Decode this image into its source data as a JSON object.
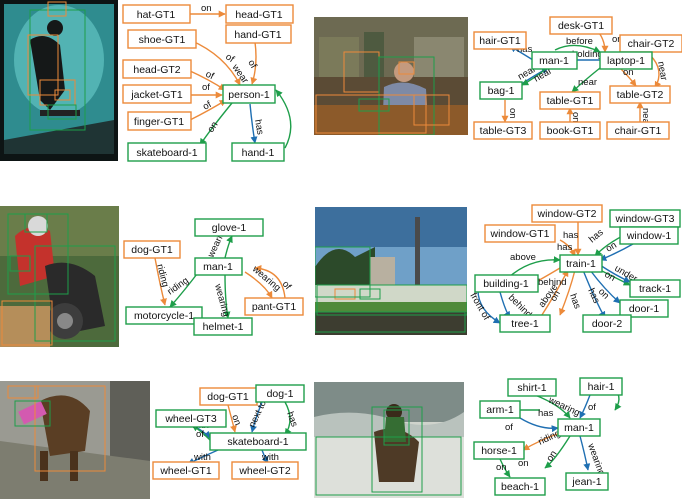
{
  "colors": {
    "gt": "#ec8a3a",
    "pred": "#1e9e4a",
    "blue_edge": "#1f6fb2"
  },
  "panels": [
    {
      "nodes": [
        {
          "id": "hat-GT1",
          "label": "hat-GT1",
          "kind": "gt"
        },
        {
          "id": "head-GT1",
          "label": "head-GT1",
          "kind": "gt"
        },
        {
          "id": "shoe-GT1",
          "label": "shoe-GT1",
          "kind": "gt"
        },
        {
          "id": "hand-GT1",
          "label": "hand-GT1",
          "kind": "gt"
        },
        {
          "id": "head-GT2",
          "label": "head-GT2",
          "kind": "gt"
        },
        {
          "id": "jacket-GT1",
          "label": "jacket-GT1",
          "kind": "gt"
        },
        {
          "id": "person-1",
          "label": "person-1",
          "kind": "pred"
        },
        {
          "id": "finger-GT1",
          "label": "finger-GT1",
          "kind": "gt"
        },
        {
          "id": "skateboard-1",
          "label": "skateboard-1",
          "kind": "pred"
        },
        {
          "id": "hand-1",
          "label": "hand-1",
          "kind": "pred"
        }
      ],
      "edge_labels": [
        "on",
        "of",
        "wear",
        "of",
        "of",
        "of",
        "of",
        "on",
        "has"
      ]
    },
    {
      "nodes": [
        {
          "id": "desk-GT1",
          "label": "desk-GT1",
          "kind": "gt"
        },
        {
          "id": "hair-GT1",
          "label": "hair-GT1",
          "kind": "gt"
        },
        {
          "id": "chair-GT2",
          "label": "chair-GT2",
          "kind": "gt"
        },
        {
          "id": "man-1",
          "label": "man-1",
          "kind": "pred"
        },
        {
          "id": "laptop-1",
          "label": "laptop-1",
          "kind": "pred"
        },
        {
          "id": "bag-1",
          "label": "bag-1",
          "kind": "pred"
        },
        {
          "id": "table-GT1",
          "label": "table-GT1",
          "kind": "gt"
        },
        {
          "id": "table-GT2",
          "label": "table-GT2",
          "kind": "gt"
        },
        {
          "id": "table-GT3",
          "label": "table-GT3",
          "kind": "gt"
        },
        {
          "id": "book-GT1",
          "label": "book-GT1",
          "kind": "gt"
        },
        {
          "id": "chair-GT1",
          "label": "chair-GT1",
          "kind": "gt"
        }
      ],
      "edge_labels": [
        "has",
        "before",
        "holding",
        "on",
        "near",
        "near",
        "near",
        "on",
        "on",
        "on",
        "near",
        "near",
        "near"
      ]
    },
    {
      "nodes": [
        {
          "id": "glove-1",
          "label": "glove-1",
          "kind": "pred"
        },
        {
          "id": "dog-GT1",
          "label": "dog-GT1",
          "kind": "gt"
        },
        {
          "id": "man-1b",
          "label": "man-1",
          "kind": "pred"
        },
        {
          "id": "pant-GT1",
          "label": "pant-GT1",
          "kind": "gt"
        },
        {
          "id": "motorcycle-1",
          "label": "motorcycle-1",
          "kind": "pred"
        },
        {
          "id": "helmet-1",
          "label": "helmet-1",
          "kind": "pred"
        }
      ],
      "edge_labels": [
        "wearing",
        "riding",
        "riding",
        "wearing",
        "wearing",
        "of"
      ]
    },
    {
      "nodes": [
        {
          "id": "window-GT2",
          "label": "window-GT2",
          "kind": "gt"
        },
        {
          "id": "window-GT3",
          "label": "window-GT3",
          "kind": "pred"
        },
        {
          "id": "window-GT1",
          "label": "window-GT1",
          "kind": "gt"
        },
        {
          "id": "window-1",
          "label": "window-1",
          "kind": "pred"
        },
        {
          "id": "train-1",
          "label": "train-1",
          "kind": "pred"
        },
        {
          "id": "building-1",
          "label": "building-1",
          "kind": "pred"
        },
        {
          "id": "track-1",
          "label": "track-1",
          "kind": "pred"
        },
        {
          "id": "door-1",
          "label": "door-1",
          "kind": "pred"
        },
        {
          "id": "tree-1",
          "label": "tree-1",
          "kind": "pred"
        },
        {
          "id": "door-2",
          "label": "door-2",
          "kind": "pred"
        }
      ],
      "edge_labels": [
        "has",
        "has",
        "has",
        "on",
        "above",
        "on",
        "under",
        "on",
        "behind",
        "behind",
        "above",
        "has",
        "has",
        "front of",
        "on"
      ]
    },
    {
      "nodes": [
        {
          "id": "dog-GT1b",
          "label": "dog-GT1",
          "kind": "gt"
        },
        {
          "id": "dog-1",
          "label": "dog-1",
          "kind": "pred"
        },
        {
          "id": "wheel-GT3",
          "label": "wheel-GT3",
          "kind": "pred"
        },
        {
          "id": "skateboard-1b",
          "label": "skateboard-1",
          "kind": "pred"
        },
        {
          "id": "wheel-GT1",
          "label": "wheel-GT1",
          "kind": "gt"
        },
        {
          "id": "wheel-GT2",
          "label": "wheel-GT2",
          "kind": "gt"
        }
      ],
      "edge_labels": [
        "on",
        "next to",
        "has",
        "with",
        "of",
        "with",
        "with"
      ]
    },
    {
      "nodes": [
        {
          "id": "shirt-1",
          "label": "shirt-1",
          "kind": "pred"
        },
        {
          "id": "hair-1",
          "label": "hair-1",
          "kind": "pred"
        },
        {
          "id": "arm-1",
          "label": "arm-1",
          "kind": "pred"
        },
        {
          "id": "man-1c",
          "label": "man-1",
          "kind": "pred"
        },
        {
          "id": "horse-1",
          "label": "horse-1",
          "kind": "pred"
        },
        {
          "id": "beach-1",
          "label": "beach-1",
          "kind": "pred"
        },
        {
          "id": "jean-1",
          "label": "jean-1",
          "kind": "pred"
        }
      ],
      "edge_labels": [
        "wearing",
        "of",
        "has",
        "of",
        "riding",
        "wearing",
        "on",
        "on",
        "on"
      ]
    }
  ]
}
